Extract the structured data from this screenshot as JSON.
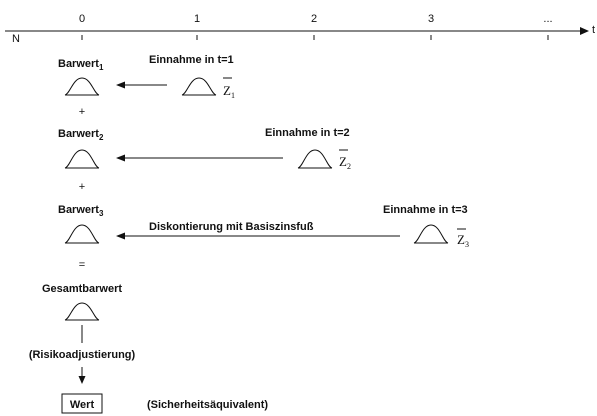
{
  "timeline": {
    "start_label": "N",
    "end_label": "t",
    "ticks": [
      "0",
      "1",
      "2",
      "3",
      "..."
    ]
  },
  "barwerte": [
    {
      "label": "Barwert",
      "sub": "1"
    },
    {
      "label": "Barwert",
      "sub": "2"
    },
    {
      "label": "Barwert",
      "sub": "3"
    }
  ],
  "plus_sign": "+",
  "equals_sign": "=",
  "einnahmen": [
    {
      "label": "Einnahme in t=1",
      "z_symbol": "Z",
      "z_sub": "1"
    },
    {
      "label": "Einnahme in t=2",
      "z_symbol": "Z",
      "z_sub": "2"
    },
    {
      "label": "Einnahme in t=3",
      "z_symbol": "Z",
      "z_sub": "3"
    }
  ],
  "discount_label": "Diskontierung mit Basiszinsfuß",
  "total_label": "Gesamtbarwert",
  "risk_label": "(Risikoadjustierung)",
  "value_label": "Wert",
  "cert_equiv_label": "(Sicherheitsäquivalent)"
}
